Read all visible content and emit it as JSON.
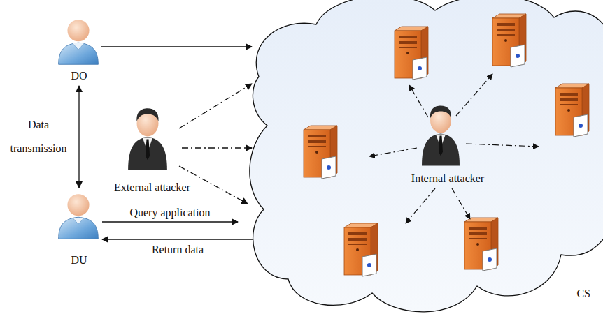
{
  "diagram": {
    "nodes": [
      {
        "text": [
          "DO"
        ]
      },
      {
        "text": [
          "External attacker"
        ]
      },
      {
        "text": [
          "DU"
        ]
      },
      {
        "text": [
          "CS"
        ]
      },
      {
        "text": [
          "Internal attacker"
        ],
        "in": 3
      }
    ],
    "edges": [
      {
        "from": 0,
        "to": 3,
        "arrow": "to"
      },
      {
        "from": 0,
        "to": 2,
        "label": "Data transmission",
        "arrow": "both"
      },
      {
        "from": 1,
        "to": 3,
        "arrow": "to"
      },
      {
        "from": 1,
        "to": 3,
        "arrow": "to"
      },
      {
        "from": 1,
        "to": 3,
        "arrow": "to"
      },
      {
        "from": 2,
        "to": 3,
        "label": "Query application",
        "arrow": "to"
      },
      {
        "from": 3,
        "to": 2,
        "label": "Return data",
        "arrow": "to"
      }
    ]
  }
}
